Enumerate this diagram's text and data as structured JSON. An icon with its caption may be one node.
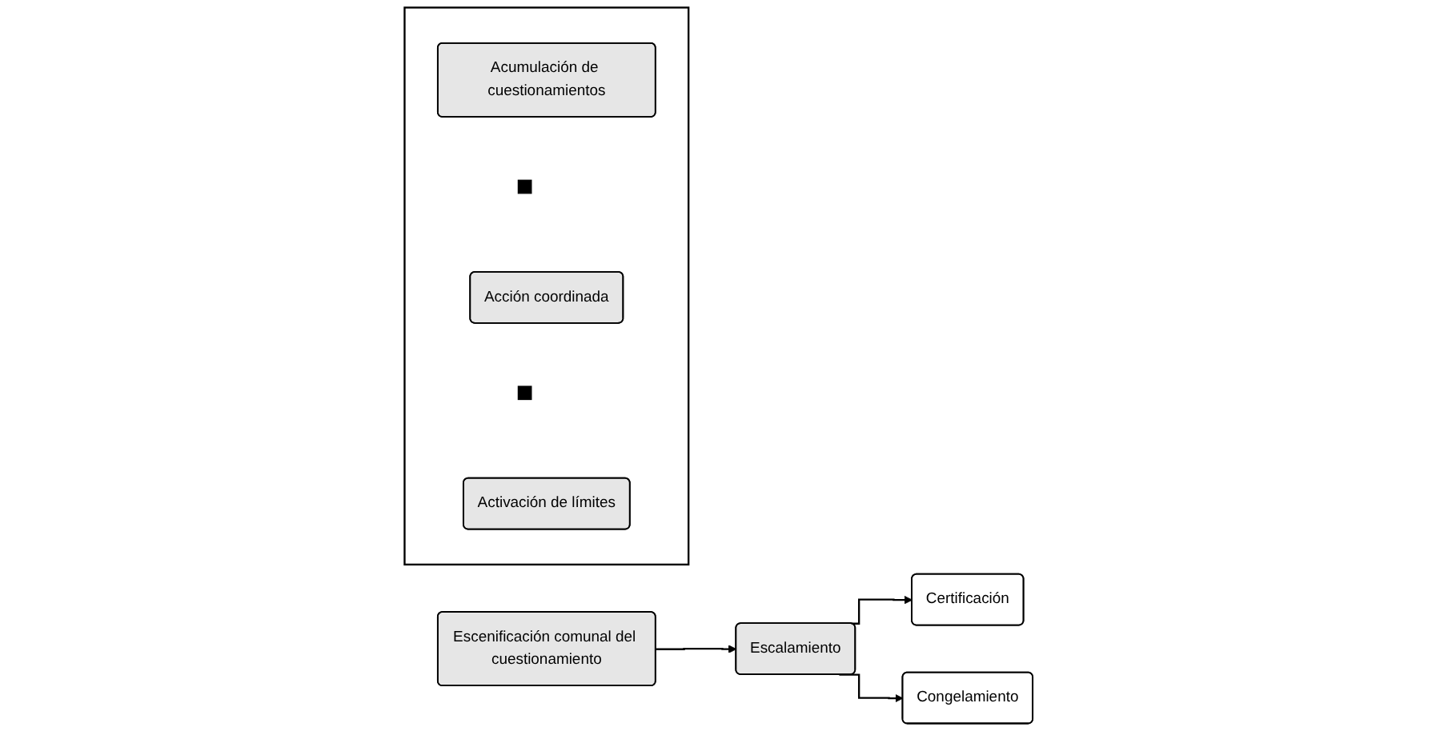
{
  "diagram": {
    "nodes": [
      {
        "text": [],
        "shape": "bracket"
      },
      {
        "text": [
          "Acumulación de cuestionamientos"
        ],
        "in": 0
      },
      {
        "text": [],
        "shape": "plus",
        "in": 0
      },
      {
        "text": [
          "Acción coordinada"
        ],
        "in": 0
      },
      {
        "text": [],
        "shape": "plus",
        "in": 0
      },
      {
        "text": [
          "Activación de límites"
        ],
        "in": 0
      },
      {
        "text": [
          "Escenificación comunal del cuestionamiento"
        ]
      },
      {
        "text": [
          "Escalamiento"
        ]
      },
      {
        "text": [
          "Certificación"
        ]
      },
      {
        "text": [
          "Congelamiento"
        ]
      }
    ],
    "edges": [
      {
        "from": 6,
        "to": 7,
        "arrow": "to"
      },
      {
        "from": 7,
        "to": 8,
        "arrow": "to"
      },
      {
        "from": 7,
        "to": 9,
        "arrow": "to"
      }
    ]
  }
}
